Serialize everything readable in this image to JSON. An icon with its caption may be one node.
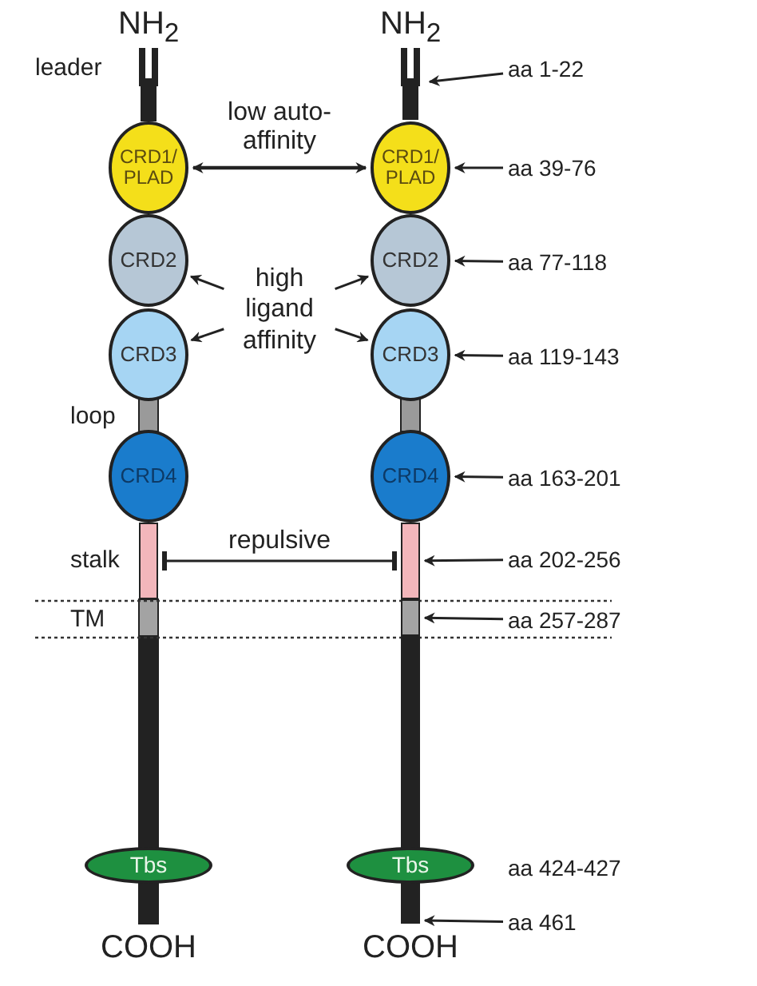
{
  "diagram": {
    "nodes": [
      {
        "text": [],
        "shape": "fork"
      },
      {
        "text": [
          "aa 1-22"
        ]
      },
      {
        "text": [
          "CRD1/ PLAD"
        ]
      },
      {
        "text": [
          "CRD1/ PLAD"
        ]
      },
      {
        "text": [
          "aa 39-76"
        ]
      },
      {
        "text": [
          "CRD2"
        ]
      },
      {
        "text": [
          "high ligand affinity"
        ]
      },
      {
        "text": [
          "CRD2"
        ]
      },
      {
        "text": [
          "aa 77-118"
        ]
      },
      {
        "text": [
          "CRD3"
        ]
      },
      {
        "text": [
          "CRD3"
        ]
      },
      {
        "text": [
          "aa 119-143"
        ]
      },
      {
        "text": [
          "CRD4"
        ]
      },
      {
        "text": [
          "CRD4"
        ]
      },
      {
        "text": [
          "aa 163-201"
        ]
      },
      {
        "text": [],
        "shape": "bar"
      },
      {
        "text": [],
        "shape": "bar"
      },
      {
        "text": [
          "aa 202-256"
        ]
      },
      {
        "text": [],
        "shape": "bar"
      },
      {
        "text": [
          "aa 257-287"
        ]
      },
      {
        "text": [
          "Tbs"
        ]
      },
      {
        "text": [
          "Tbs"
        ]
      },
      {
        "text": [
          "aa 461"
        ]
      },
      {
        "text": [],
        "shape": "bar"
      }
    ],
    "edges": [
      {
        "from": 1,
        "to": 0,
        "arrow": "to"
      },
      {
        "from": 2,
        "to": 3,
        "arrow": "both",
        "label": "low auto-affinity"
      },
      {
        "from": 4,
        "to": 3,
        "arrow": "to"
      },
      {
        "from": 6,
        "to": 5,
        "arrow": "to"
      },
      {
        "from": 6,
        "to": 7,
        "arrow": "to"
      },
      {
        "from": 6,
        "to": 9,
        "arrow": "to"
      },
      {
        "from": 6,
        "to": 10,
        "arrow": "to"
      },
      {
        "from": 8,
        "to": 7,
        "arrow": "to"
      },
      {
        "from": 11,
        "to": 10,
        "arrow": "to"
      },
      {
        "from": 14,
        "to": 13,
        "arrow": "to"
      },
      {
        "from": 15,
        "to": 16,
        "arrow": "other",
        "label": "repulsive"
      },
      {
        "from": 17,
        "to": 16,
        "arrow": "to"
      },
      {
        "from": 19,
        "to": 18,
        "arrow": "to"
      },
      {
        "from": 22,
        "to": 23,
        "arrow": "to"
      }
    ],
    "labels": [
      "NH$_{2}$",
      "NH$_{2}$",
      "leader",
      "loop",
      "stalk",
      "TM",
      "aa 424-427",
      "COOH",
      "COOH"
    ]
  }
}
